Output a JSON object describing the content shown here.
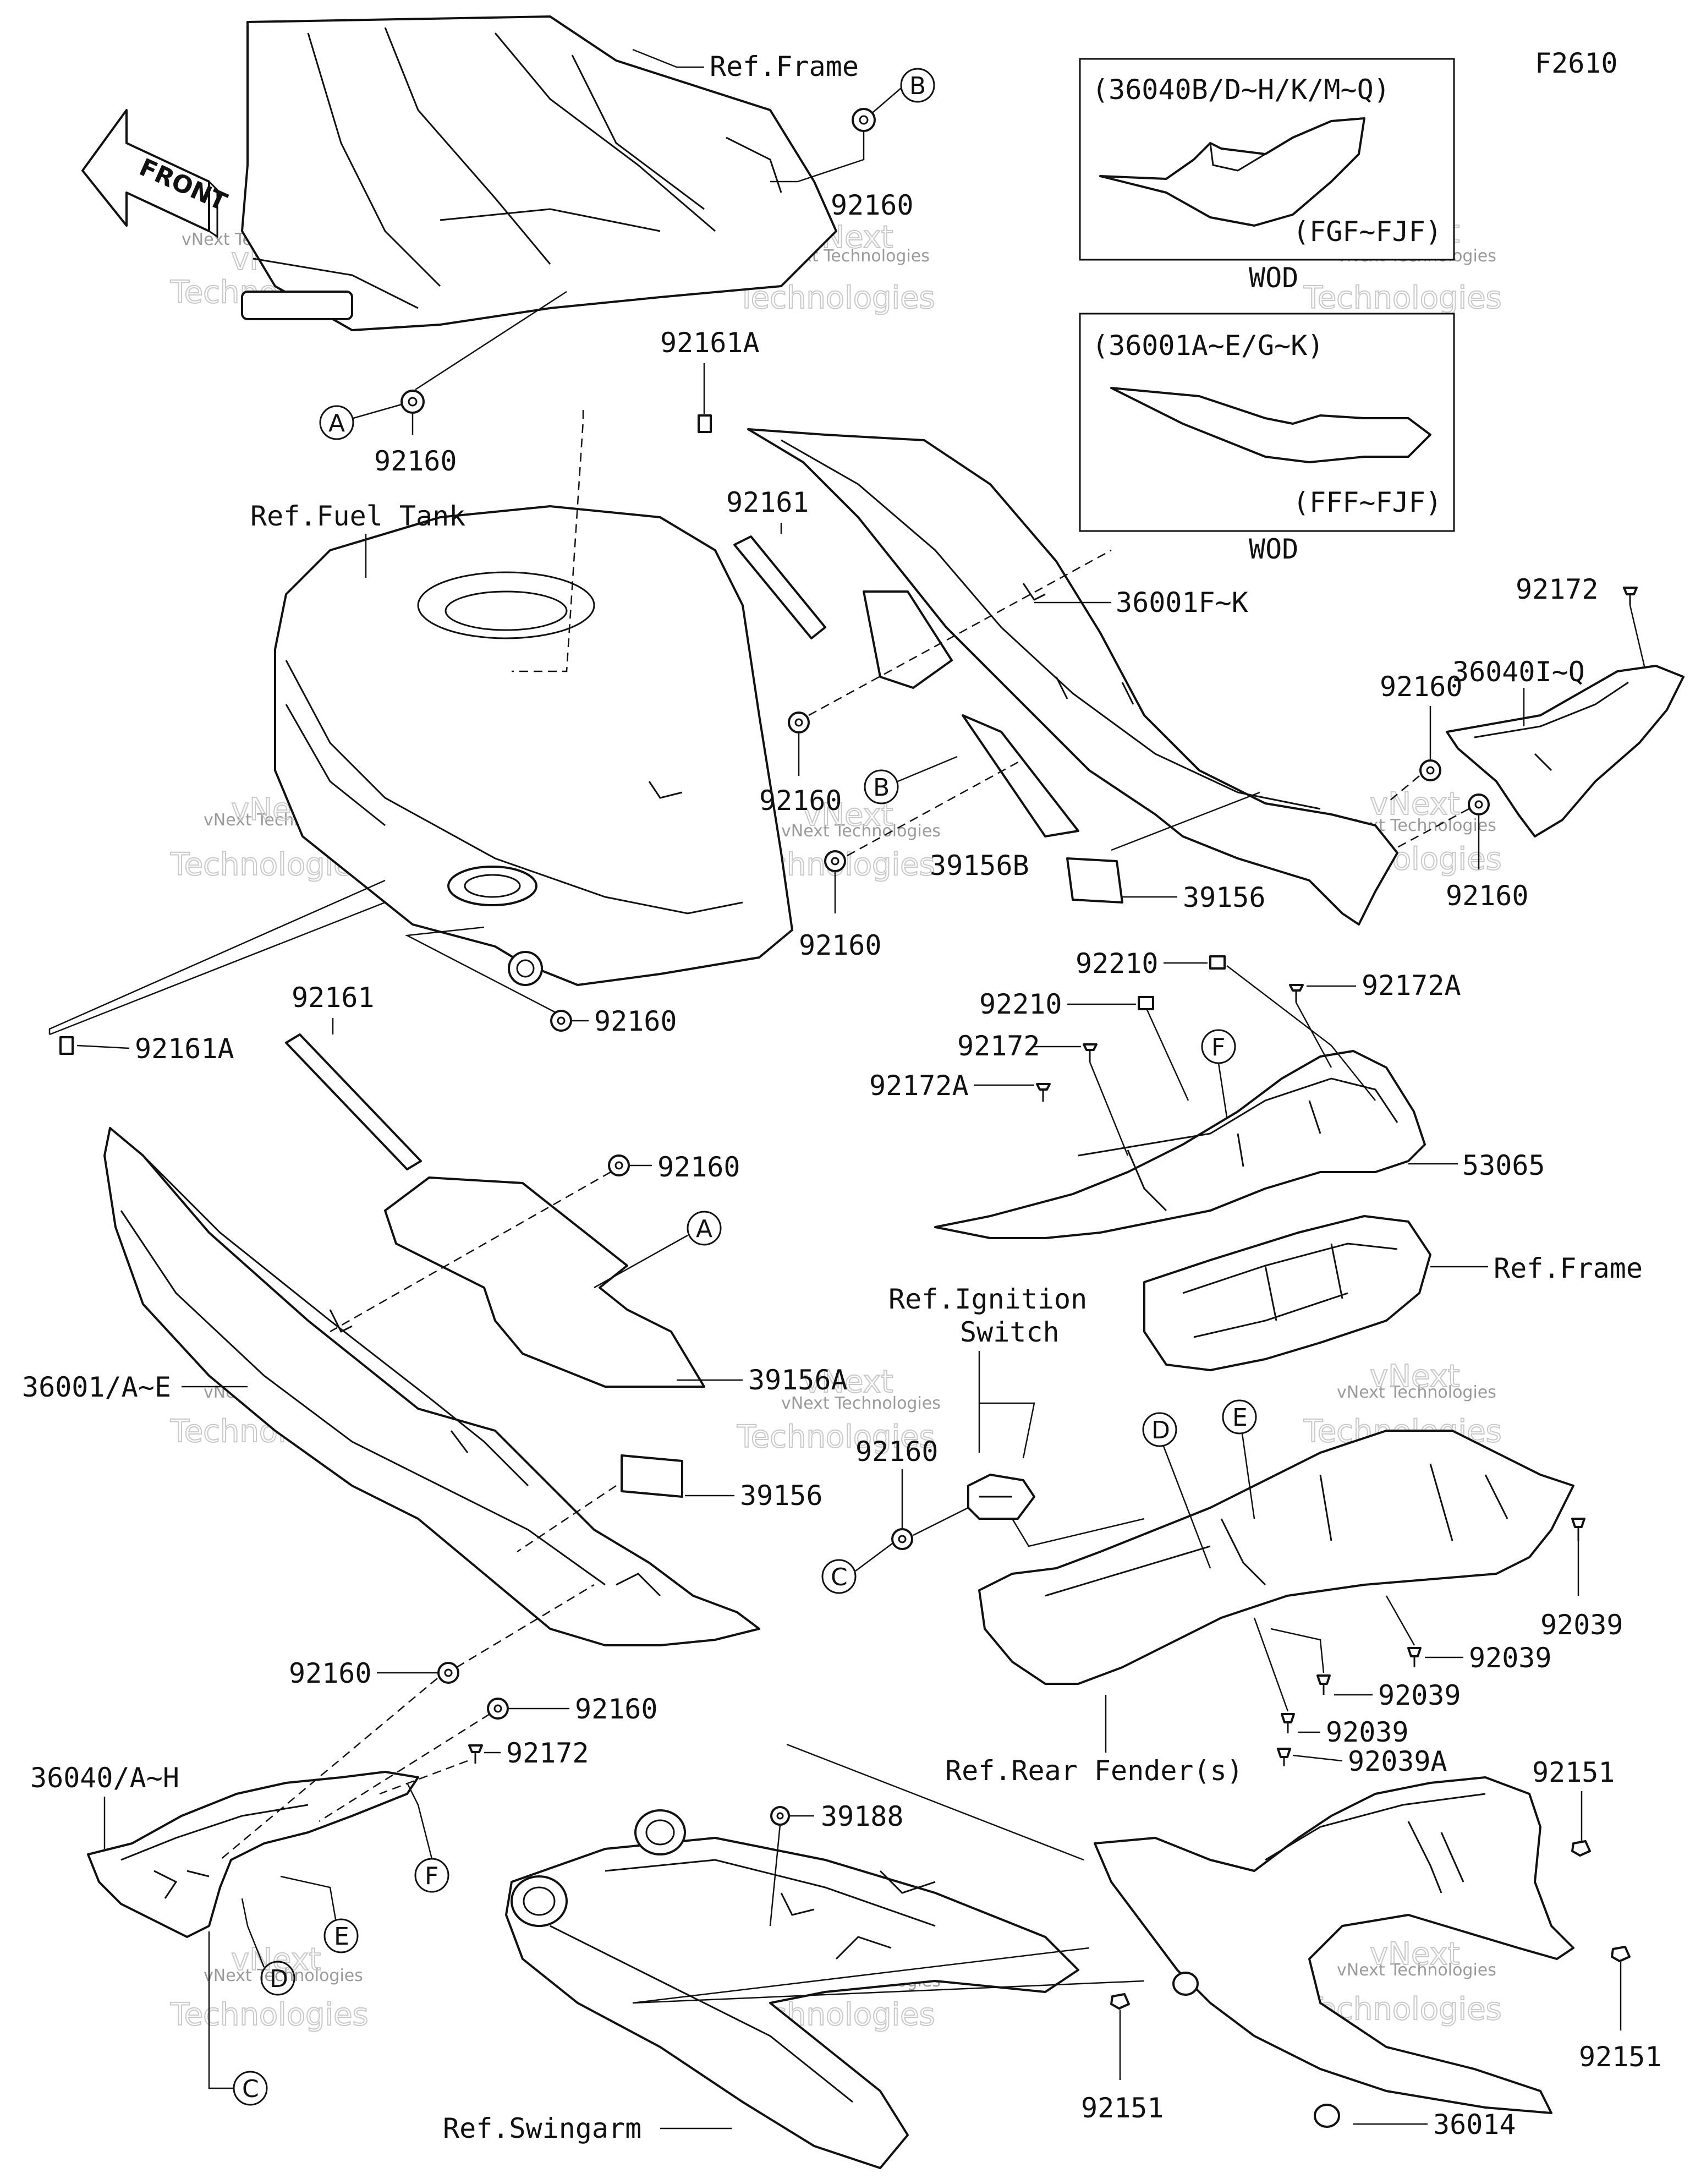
{
  "figure_code": "F2610",
  "front_label": "FRONT",
  "watermark": {
    "line1": "vNext Technologies",
    "line2": "vNext",
    "line3": "Technologies"
  },
  "inset_top": {
    "codes": "(36040B/D~H/K/M~Q)",
    "models": "(FGF~FJF)",
    "note": "WOD"
  },
  "inset_bottom": {
    "codes": "(36001A~E/G~K)",
    "models": "(FFF~FJF)",
    "note": "WOD"
  },
  "labels": {
    "ref_frame_top": "Ref.Frame",
    "ref_fuel_tank": "Ref.Fuel Tank",
    "ref_ignition_switch_1": "Ref.Ignition",
    "ref_ignition_switch_2": "Switch",
    "ref_frame_right": "Ref.Frame",
    "ref_rear_fenders": "Ref.Rear Fender(s)",
    "ref_swingarm": "Ref.Swingarm"
  },
  "callouts": {
    "b_top": "B",
    "a_left": "A",
    "b_mid": "B",
    "a_mid": "A",
    "f_top": "F",
    "d_mid": "D",
    "e_mid": "E",
    "c_mid": "C",
    "f_bottom": "F",
    "e_bottom": "E",
    "d_bottom": "D",
    "c_bottom": "C"
  },
  "part_numbers": {
    "p92160_top": "92160",
    "p92160_a": "92160",
    "p92161a_top": "92161A",
    "p92161_top": "92161",
    "p36001fk": "36001F~K",
    "p92160_mid": "92160",
    "p39156b": "39156B",
    "p92160_mid2": "92160",
    "p39156_right": "39156",
    "p92172_r": "92172",
    "p36040iq": "36040I~Q",
    "p92160_r1": "92160",
    "p92160_r2": "92160",
    "p92160_tank": "92160",
    "p92161_left": "92161",
    "p92161a_left": "92161A",
    "p92160_left": "92160",
    "p36001ae": "36001/A~E",
    "p39156a": "39156A",
    "p39156_left": "39156",
    "p92210_a": "92210",
    "p92210_b": "92210",
    "p92172a_a": "92172A",
    "p92172_b": "92172",
    "p92172a_b": "92172A",
    "p53065": "53065",
    "p92160_ign": "92160",
    "p92039_a": "92039",
    "p92039_b": "92039",
    "p92039_c": "92039",
    "p92039_d": "92039",
    "p92039a": "92039A",
    "p92160_bl1": "92160",
    "p92160_bl2": "92160",
    "p36040ah": "36040/A~H",
    "p92172_bl": "92172",
    "p39188": "39188",
    "p92151_a": "92151",
    "p92151_b": "92151",
    "p92151_c": "92151",
    "p36014": "36014"
  }
}
